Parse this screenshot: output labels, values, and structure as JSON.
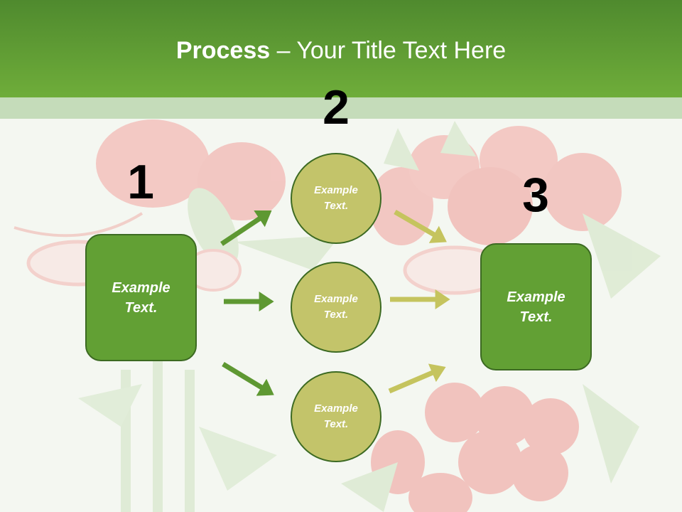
{
  "title": {
    "bold": "Process",
    "dash": " – ",
    "rest": "Your Title Text Here"
  },
  "steps": {
    "one": {
      "number": "1",
      "text": "Example Text."
    },
    "two": {
      "number": "2"
    },
    "three": {
      "number": "3",
      "text": "Example Text."
    }
  },
  "circles": [
    {
      "text": "Example Text."
    },
    {
      "text": "Example Text."
    },
    {
      "text": "Example Text."
    }
  ],
  "colors": {
    "header_dark": "#4f8a2e",
    "header_light": "#6fad3a",
    "band": "#c5dcba",
    "box_fill": "#62a034",
    "box_border": "#3c6a22",
    "circle_fill": "#c3c46a",
    "arrow_dark": "#5e9832",
    "arrow_light": "#c5c45e"
  }
}
